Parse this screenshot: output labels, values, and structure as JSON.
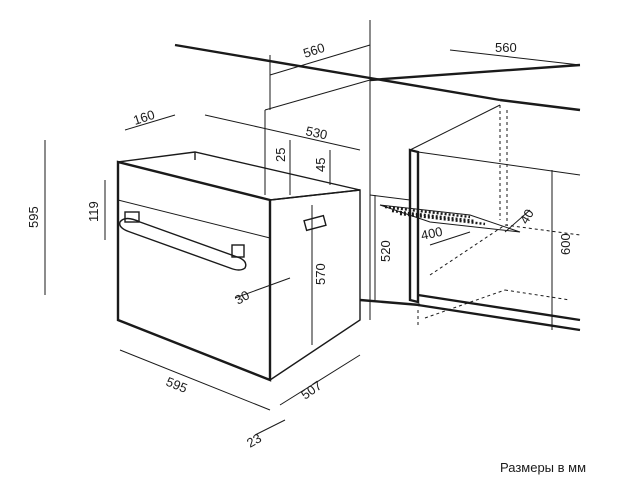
{
  "dimensions": {
    "cabinet_depth_left": "560",
    "cabinet_depth_right": "560",
    "oven_recess_depth": "160",
    "oven_body_depth": "530",
    "top_offset": "25",
    "vent_offset": "45",
    "panel_height": "119",
    "oven_height": "595",
    "niche_inner_height": "570",
    "handle_offset": "30",
    "niche_width_bottom": "520",
    "niche_height": "600",
    "vent_slot_depth": "40",
    "vent_slot_width": "400",
    "oven_width": "595",
    "oven_depth_bottom": "507",
    "door_thickness": "23"
  },
  "caption": "Размеры в мм"
}
